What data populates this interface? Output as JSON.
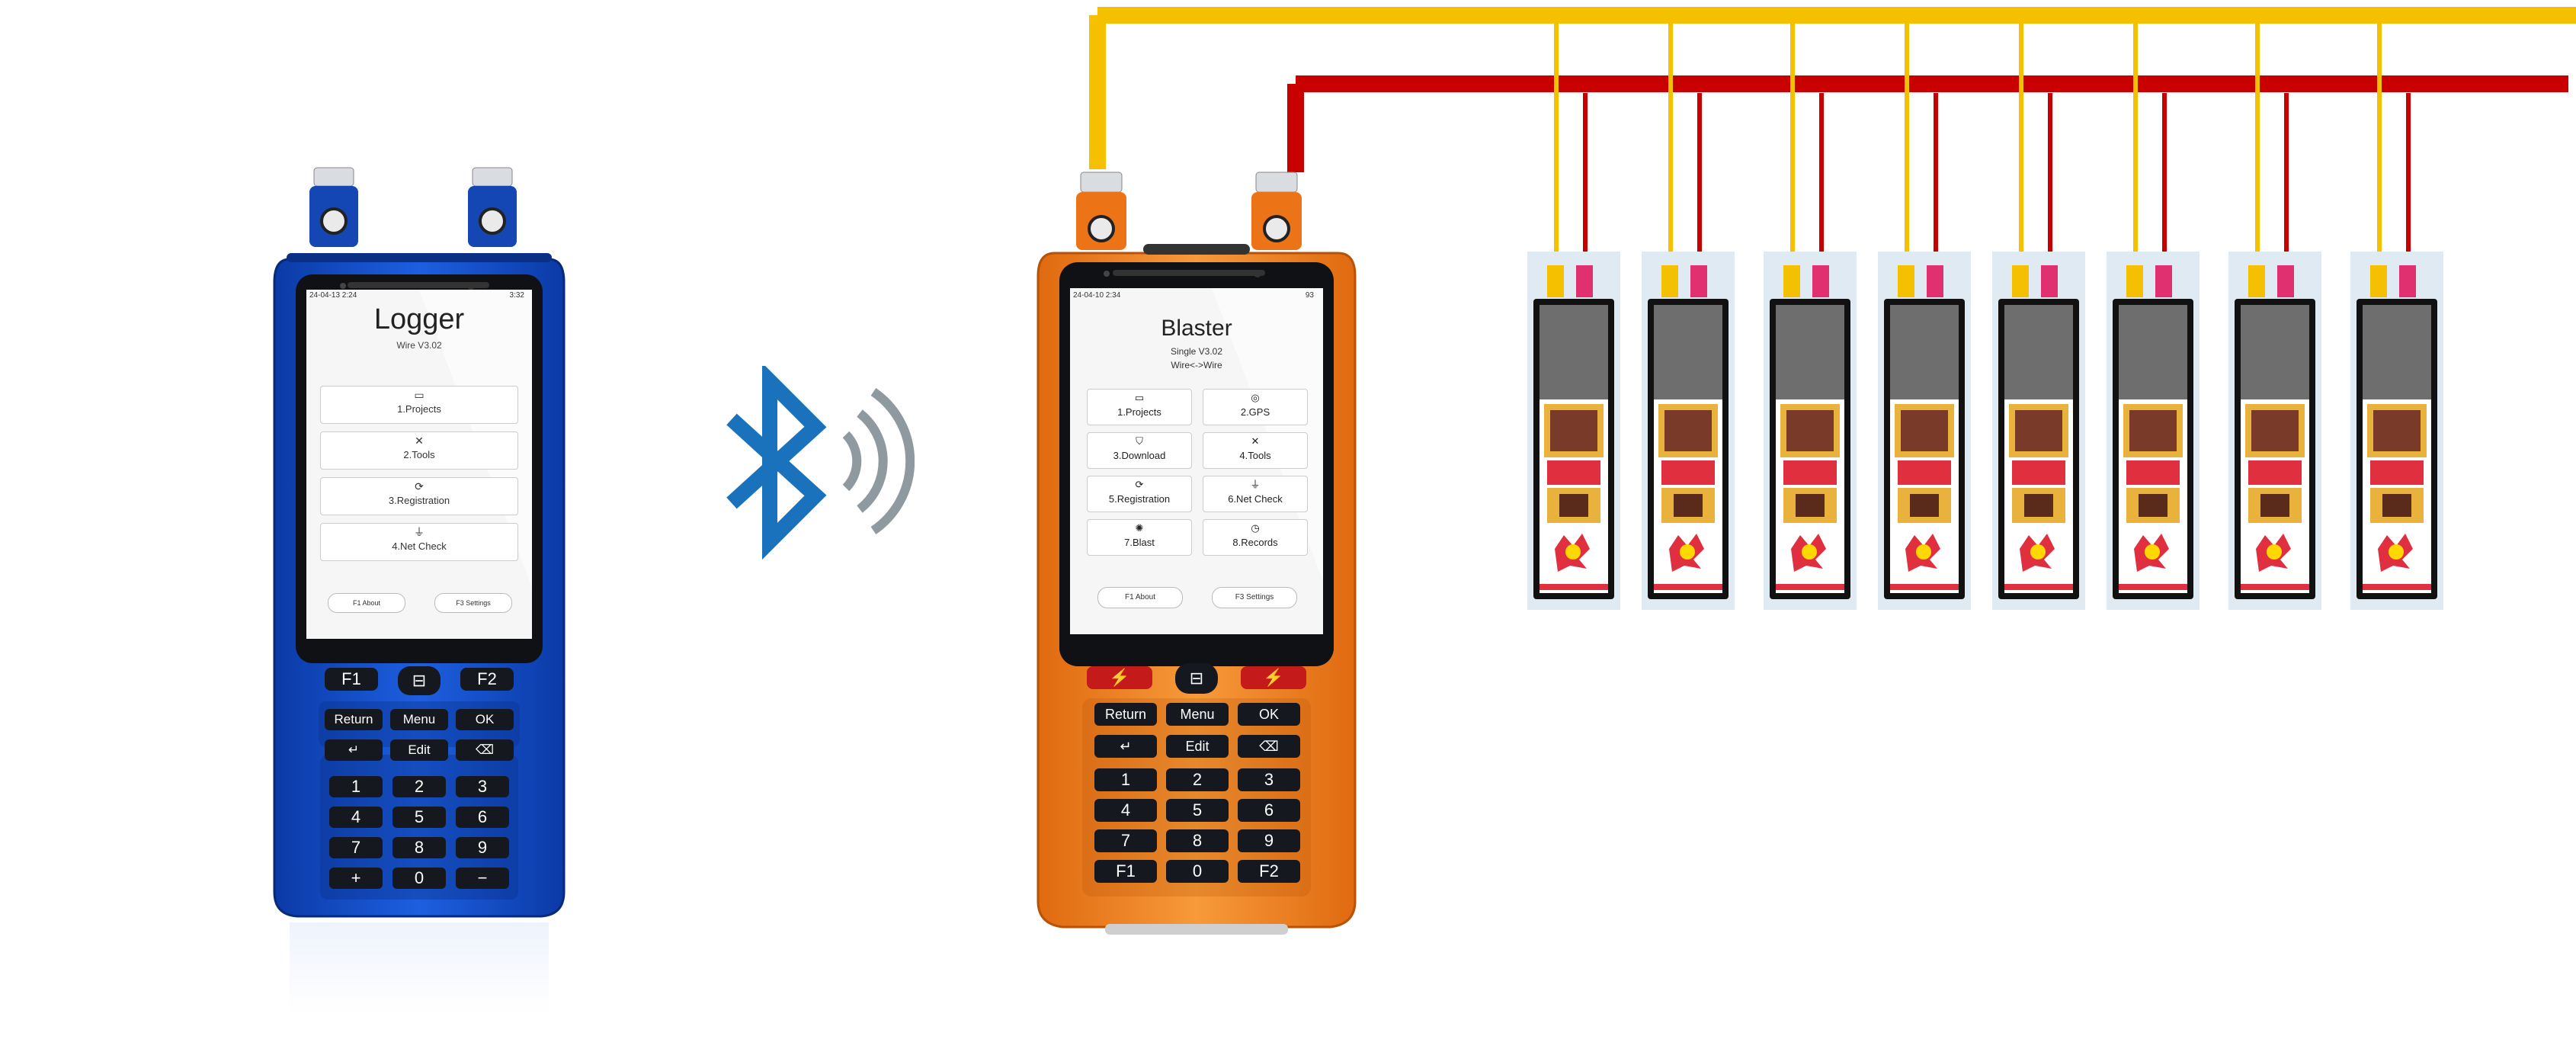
{
  "logger": {
    "status_time": "24-04-13 2:24",
    "status_right": "3:32",
    "title": "Logger",
    "subtitle": "Wire V3.02",
    "menu": [
      {
        "label": "1.Projects",
        "icon": "folder-icon"
      },
      {
        "label": "2.Tools",
        "icon": "tools-icon"
      },
      {
        "label": "3.Registration",
        "icon": "registration-icon"
      },
      {
        "label": "4.Net Check",
        "icon": "net-check-icon"
      }
    ],
    "soft_left": "F1 About",
    "soft_right": "F3 Settings",
    "keys": {
      "f1": "F1",
      "f2": "F2",
      "return": "Return",
      "menu": "Menu",
      "ok": "OK",
      "edit": "Edit",
      "k1": "1",
      "k2": "2",
      "k3": "3",
      "k4": "4",
      "k5": "5",
      "k6": "6",
      "k7": "7",
      "k8": "8",
      "k9": "9",
      "k0": "0",
      "plus": "+",
      "minus": "−"
    },
    "colors": {
      "body": "#1347b8",
      "dark": "#0a2f85"
    }
  },
  "blaster": {
    "status_time": "24-04-10 2:34",
    "status_right": "93",
    "title": "Blaster",
    "subtitle": "Single V3.02",
    "mode": "Wire<->Wire",
    "menu": [
      {
        "label": "1.Projects",
        "icon": "folder-icon"
      },
      {
        "label": "2.GPS",
        "icon": "gps-icon"
      },
      {
        "label": "3.Download",
        "icon": "download-icon"
      },
      {
        "label": "4.Tools",
        "icon": "tools-icon"
      },
      {
        "label": "5.Registration",
        "icon": "registration-icon"
      },
      {
        "label": "6.Net Check",
        "icon": "net-check-icon"
      },
      {
        "label": "7.Blast",
        "icon": "blast-icon"
      },
      {
        "label": "8.Records",
        "icon": "records-icon"
      }
    ],
    "soft_left": "F1 About",
    "soft_right": "F3 Settings",
    "keys": {
      "return": "Return",
      "menu": "Menu",
      "ok": "OK",
      "edit": "Edit",
      "k1": "1",
      "k2": "2",
      "k3": "3",
      "k4": "4",
      "k5": "5",
      "k6": "6",
      "k7": "7",
      "k8": "8",
      "k9": "9",
      "k0": "0",
      "f1": "F1",
      "f2": "F2"
    },
    "colors": {
      "body": "#f07a1c",
      "dark": "#c85a08",
      "fire": "#c41a1a"
    }
  },
  "link": {
    "icon": "bluetooth-icon",
    "color": "#1a72bd"
  },
  "wiring": {
    "wire_a_color": "#f5c000",
    "wire_b_color": "#c80000"
  },
  "detonators": {
    "count": 8,
    "icon": "detonator-icon"
  }
}
